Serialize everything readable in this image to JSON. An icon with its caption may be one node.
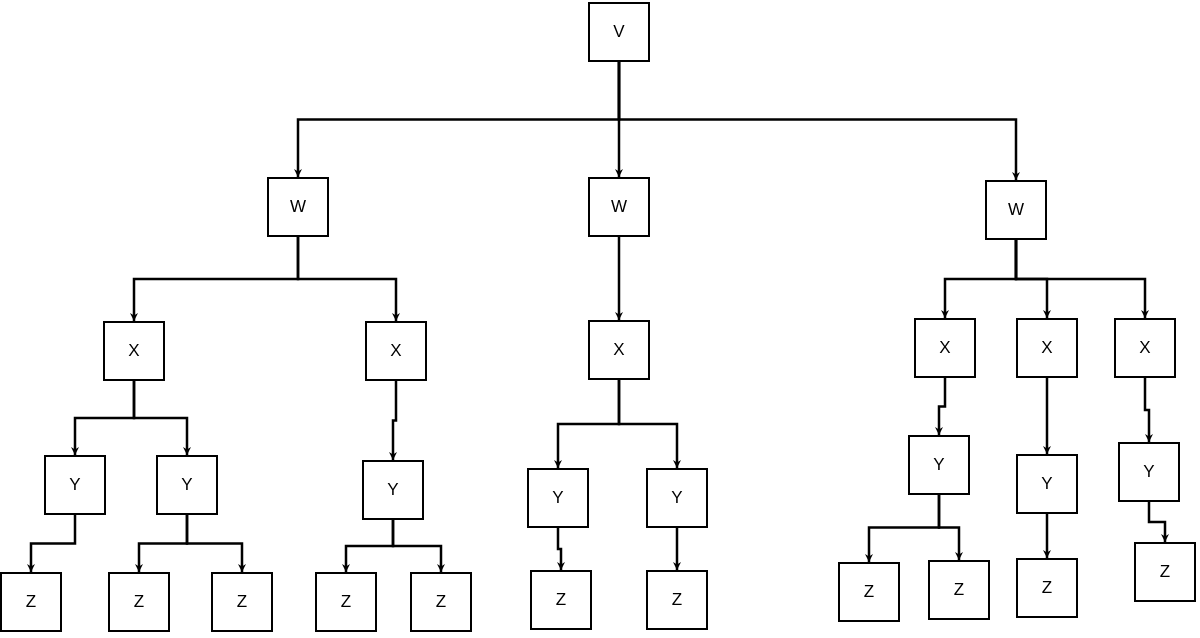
{
  "diagram": {
    "nodes": [
      {
        "text": [
          "V"
        ]
      },
      {
        "text": [
          "W"
        ]
      },
      {
        "text": [
          "W"
        ]
      },
      {
        "text": [
          "W"
        ]
      },
      {
        "text": [
          "X"
        ]
      },
      {
        "text": [
          "X"
        ]
      },
      {
        "text": [
          "Y"
        ]
      },
      {
        "text": [
          "Y"
        ]
      },
      {
        "text": [
          "Z"
        ]
      },
      {
        "text": [
          "Z"
        ]
      },
      {
        "text": [
          "Z"
        ]
      },
      {
        "text": [
          "Y"
        ]
      },
      {
        "text": [
          "Z"
        ]
      },
      {
        "text": [
          "Z"
        ]
      },
      {
        "text": [
          "X"
        ]
      },
      {
        "text": [
          "Y"
        ]
      },
      {
        "text": [
          "Y"
        ]
      },
      {
        "text": [
          "Z"
        ]
      },
      {
        "text": [
          "Z"
        ]
      },
      {
        "text": [
          "X"
        ]
      },
      {
        "text": [
          "Y"
        ]
      },
      {
        "text": [
          "Z"
        ]
      },
      {
        "text": [
          "Z"
        ]
      },
      {
        "text": [
          "X"
        ]
      },
      {
        "text": [
          "Y"
        ]
      },
      {
        "text": [
          "Z"
        ]
      },
      {
        "text": [
          "X"
        ]
      },
      {
        "text": [
          "Y"
        ]
      },
      {
        "text": [
          "Z"
        ]
      }
    ],
    "edges": [
      {
        "from": 0,
        "to": 1,
        "arrow": "to"
      },
      {
        "from": 0,
        "to": 2,
        "arrow": "to"
      },
      {
        "from": 0,
        "to": 3,
        "arrow": "to"
      },
      {
        "from": 1,
        "to": 4,
        "arrow": "to"
      },
      {
        "from": 1,
        "to": 5,
        "arrow": "to"
      },
      {
        "from": 4,
        "to": 6,
        "arrow": "to"
      },
      {
        "from": 4,
        "to": 7,
        "arrow": "to"
      },
      {
        "from": 6,
        "to": 8,
        "arrow": "to"
      },
      {
        "from": 7,
        "to": 9,
        "arrow": "to"
      },
      {
        "from": 7,
        "to": 10,
        "arrow": "to"
      },
      {
        "from": 5,
        "to": 11,
        "arrow": "to"
      },
      {
        "from": 11,
        "to": 12,
        "arrow": "to"
      },
      {
        "from": 11,
        "to": 13,
        "arrow": "to"
      },
      {
        "from": 2,
        "to": 14,
        "arrow": "to"
      },
      {
        "from": 14,
        "to": 15,
        "arrow": "to"
      },
      {
        "from": 14,
        "to": 16,
        "arrow": "to"
      },
      {
        "from": 15,
        "to": 17,
        "arrow": "to"
      },
      {
        "from": 16,
        "to": 18,
        "arrow": "to"
      },
      {
        "from": 3,
        "to": 19,
        "arrow": "to"
      },
      {
        "from": 3,
        "to": 23,
        "arrow": "to"
      },
      {
        "from": 3,
        "to": 26,
        "arrow": "to"
      },
      {
        "from": 19,
        "to": 20,
        "arrow": "to"
      },
      {
        "from": 20,
        "to": 21,
        "arrow": "to"
      },
      {
        "from": 20,
        "to": 22,
        "arrow": "to"
      },
      {
        "from": 23,
        "to": 24,
        "arrow": "to"
      },
      {
        "from": 24,
        "to": 25,
        "arrow": "to"
      },
      {
        "from": 26,
        "to": 27,
        "arrow": "to"
      },
      {
        "from": 27,
        "to": 28,
        "arrow": "to"
      }
    ]
  }
}
